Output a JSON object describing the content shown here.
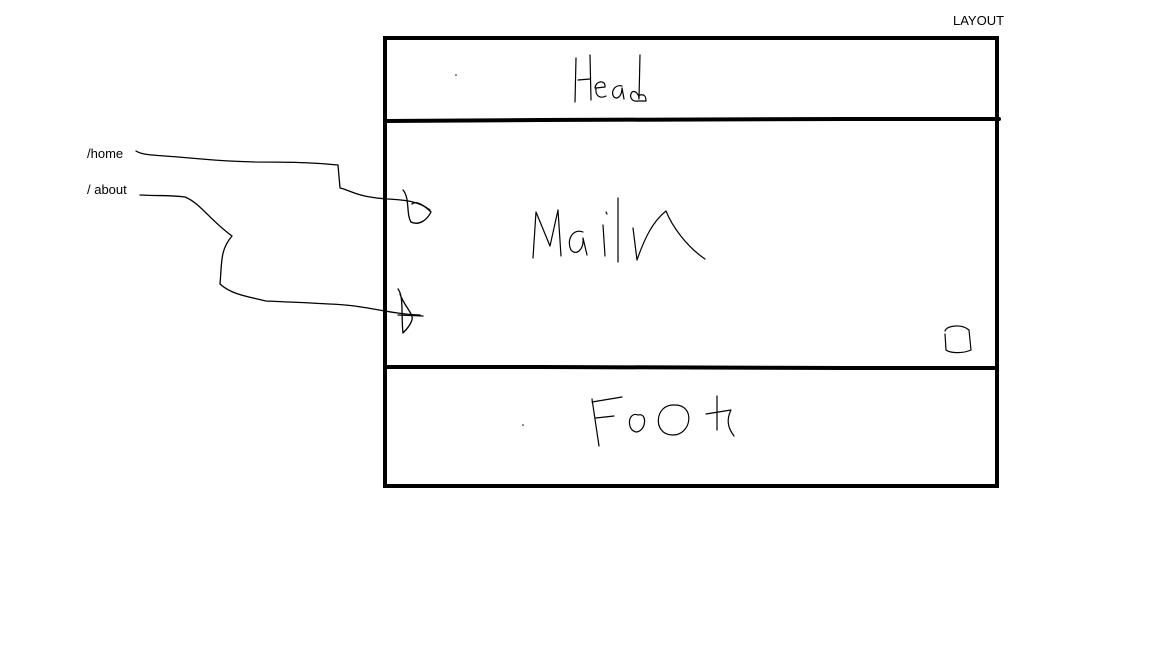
{
  "diagram": {
    "title": "LAYOUT",
    "routes": [
      {
        "label": "/home"
      },
      {
        "label": "/ about"
      }
    ],
    "sections": [
      {
        "handwritten": "Head"
      },
      {
        "handwritten": "Main"
      },
      {
        "handwritten": "Foot"
      }
    ]
  }
}
